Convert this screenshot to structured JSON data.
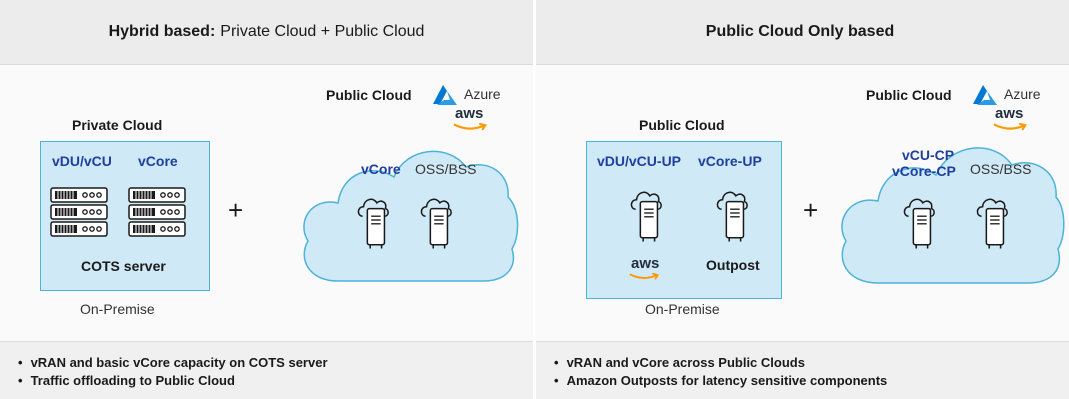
{
  "left": {
    "header_bold": "Hybrid based:",
    "header_rest": "Private Cloud + Public Cloud",
    "private_cloud_label": "Private Cloud",
    "vdu_vcu": "vDU/vCU",
    "vcore": "vCore",
    "cots_server": "COTS server",
    "on_premise": "On-Premise",
    "public_cloud_label": "Public Cloud",
    "azure": "Azure",
    "aws": "aws",
    "cloud_vcore": "vCore",
    "cloud_oss": "OSS/BSS",
    "plus": "+",
    "bullets": [
      "vRAN and basic vCore capacity on COTS server",
      "Traffic offloading to Public Cloud"
    ]
  },
  "right": {
    "header": "Public Cloud Only based",
    "public_cloud_onprem_label": "Public Cloud",
    "vdu_vcu_up": "vDU/vCU-UP",
    "vcore_up": "vCore-UP",
    "aws_small": "aws",
    "outpost": "Outpost",
    "on_premise": "On-Premise",
    "public_cloud_label": "Public Cloud",
    "azure": "Azure",
    "aws": "aws",
    "vcu_cp": "vCU-CP",
    "vcore_cp": "vCore-CP",
    "cloud_oss": "OSS/BSS",
    "plus": "+",
    "bullets": [
      "vRAN and vCore across Public Clouds",
      "Amazon Outposts for latency sensitive components"
    ]
  },
  "colors": {
    "box_fill": "#cfe9f6",
    "box_border": "#4cb3d9",
    "label_blue": "#1f3fa0",
    "azure_blue": "#0078d4",
    "aws_orange": "#ff9900"
  }
}
